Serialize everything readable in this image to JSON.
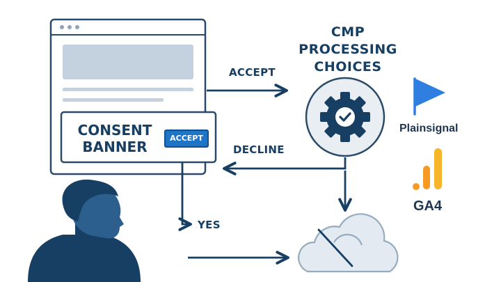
{
  "browser": {
    "consent_banner": {
      "title_line1": "CONSENT",
      "title_line2": "BANNER",
      "accept_label": "ACCEPT"
    }
  },
  "cmp": {
    "title_line1": "CMP",
    "title_line2": "PROCESSING",
    "title_line3": "CHOICES"
  },
  "edges": {
    "accept": "ACCEPT",
    "decline": "DECLINE",
    "yes": "YES"
  },
  "destinations": {
    "plainsignal": "Plainsignal",
    "ga4": "GA4"
  },
  "icons": {
    "gear": "gear-check-icon",
    "cloud": "cloud-icon",
    "flag": "flag-icon",
    "ga4_bars": "bar-chart-icon",
    "user": "user-silhouette-icon"
  },
  "colors": {
    "navy": "#173f63",
    "accept_blue": "#1f74c6",
    "flag_blue": "#2f7fe0",
    "ga_orange": "#f59a23",
    "ga_yellow": "#f7b52b",
    "panel_gray": "#c4d2df"
  }
}
